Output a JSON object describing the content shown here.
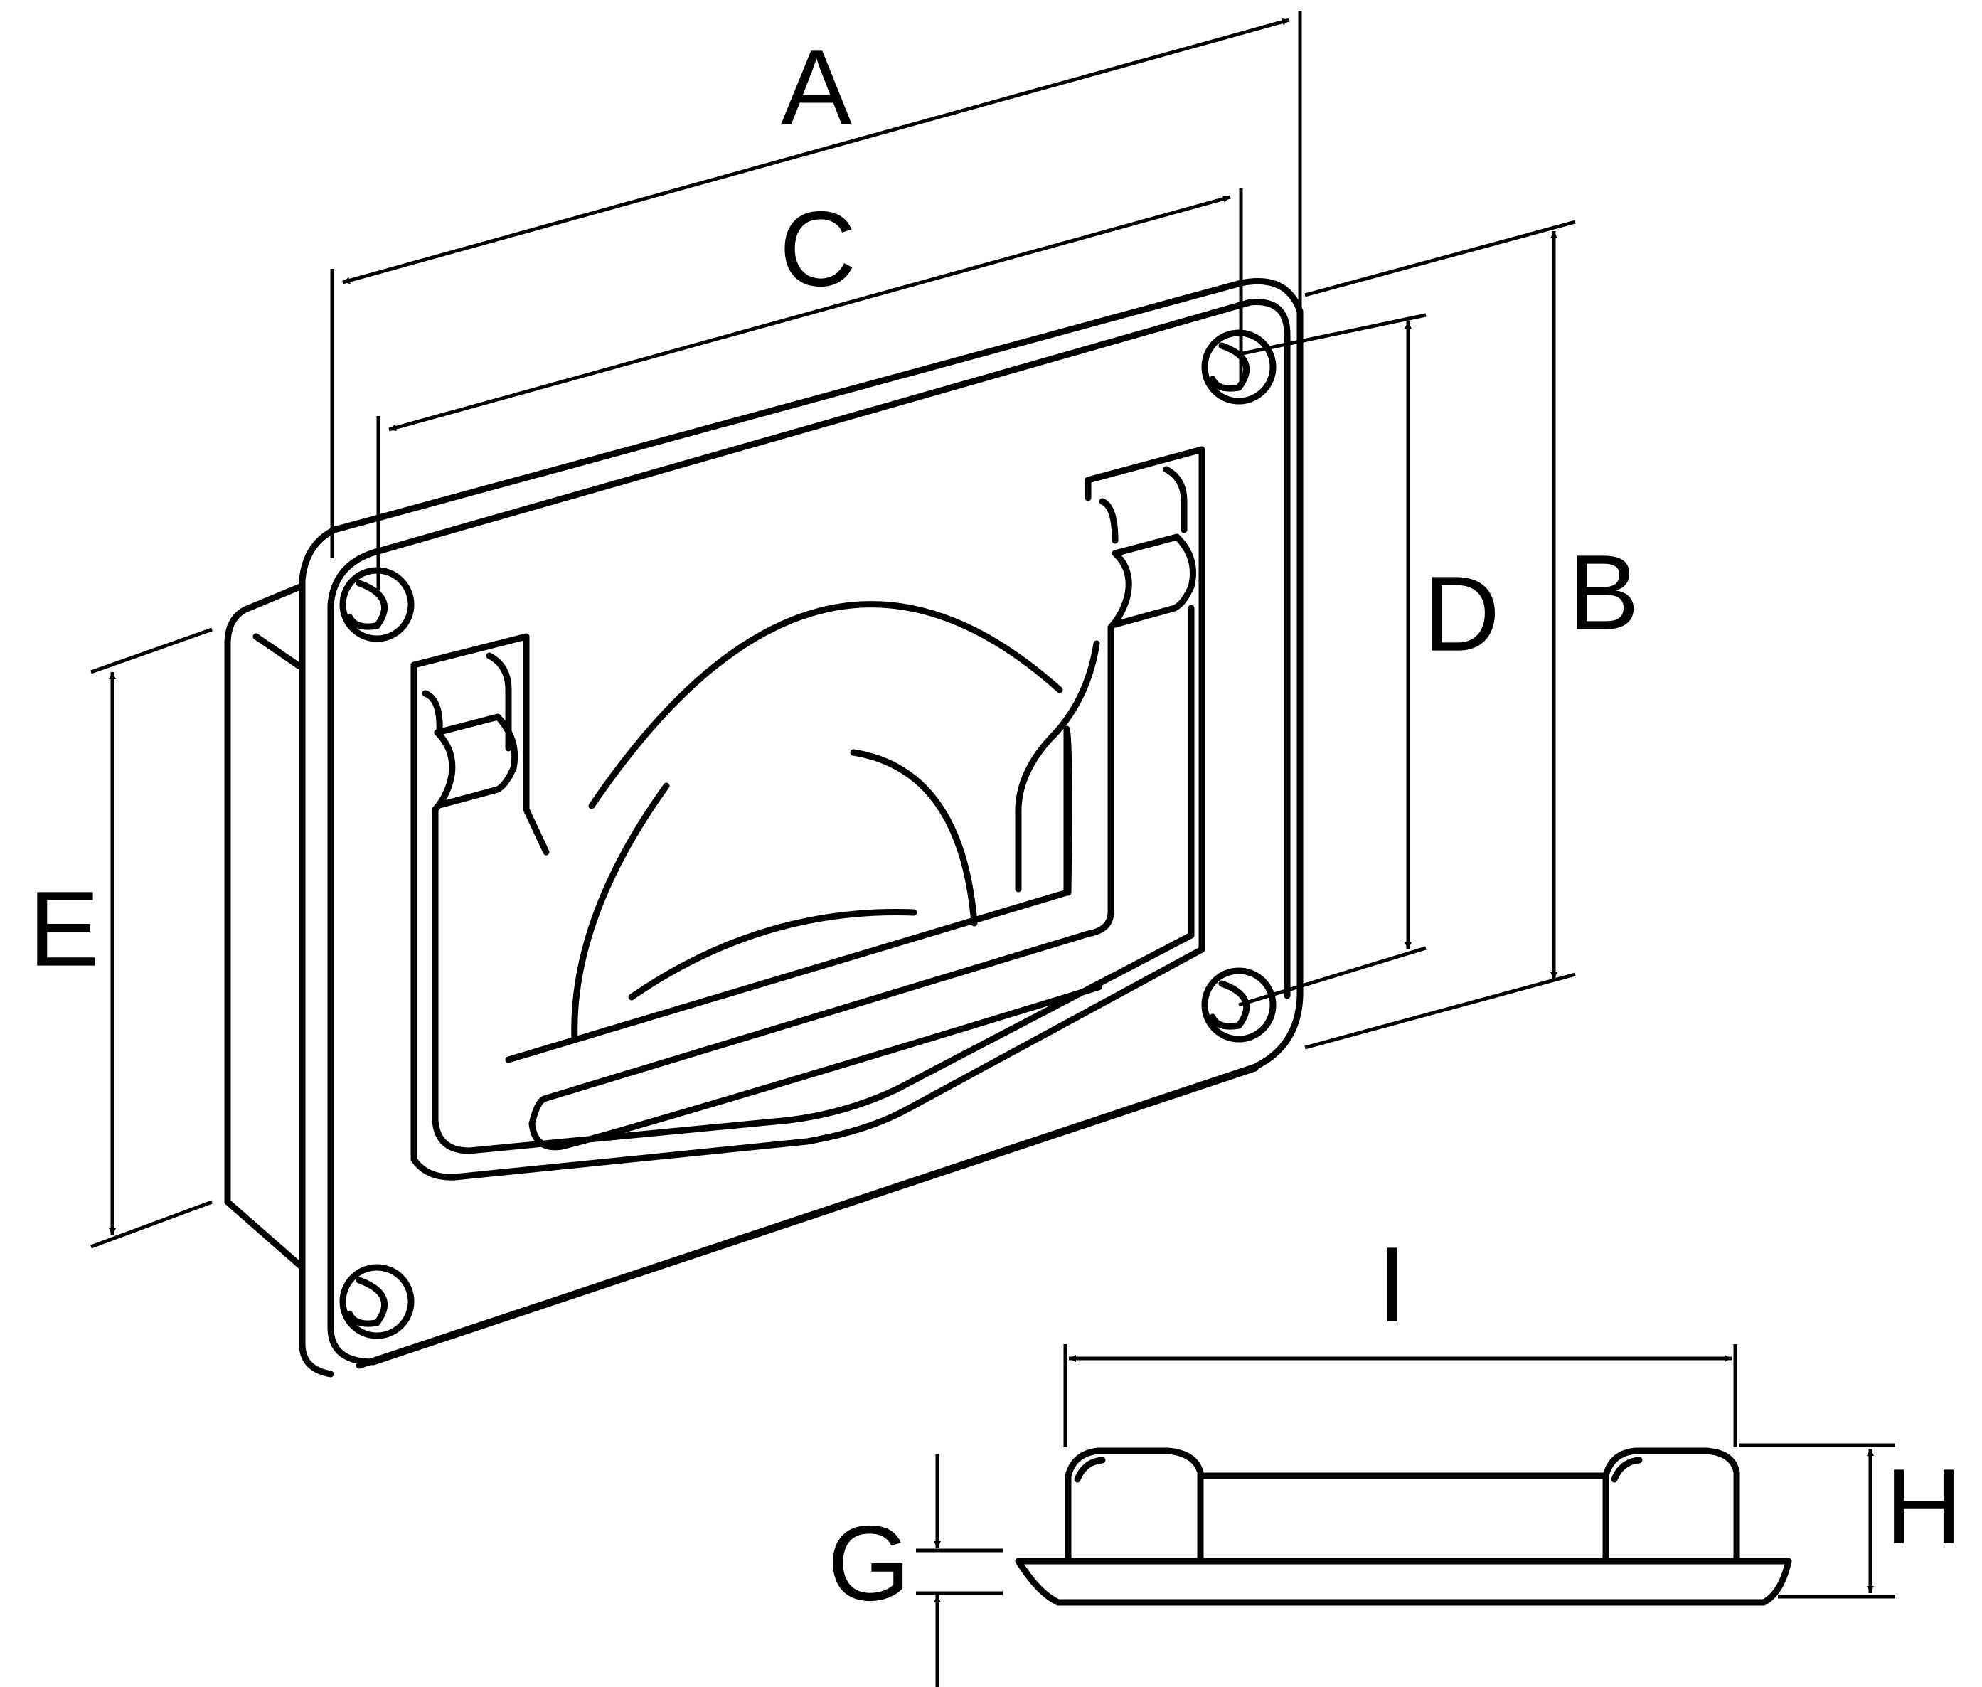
{
  "diagram": {
    "stroke_color": "#000000",
    "background_color": "#ffffff",
    "dimension_labels": {
      "A": "A",
      "B": "B",
      "C": "C",
      "D": "D",
      "E": "E",
      "G": "G",
      "H": "H",
      "I": "I"
    }
  }
}
